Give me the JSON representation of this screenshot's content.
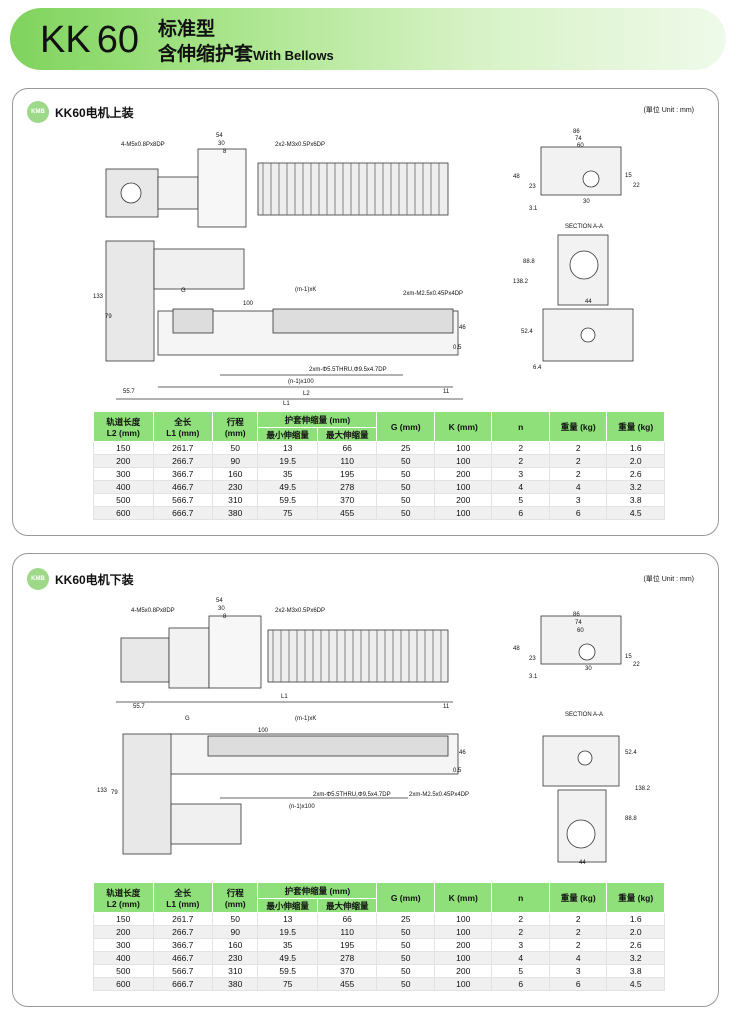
{
  "header": {
    "model_prefix": "KK",
    "model_number": "60",
    "title_line1": "标准型",
    "title_line2": "含伸缩护套",
    "title_en": "With Bellows"
  },
  "sections": [
    {
      "badge": "KMB",
      "title": "KK60电机上装",
      "unit": "(單位 Unit : mm)",
      "dims": [
        "54",
        "30",
        "8",
        "4-M5x0.8Px8DP",
        "2x2-M3x0.5Px6DP",
        "(m-1)xK",
        "G",
        "100",
        "2xm-M2.5x0.45Px4DP",
        "46",
        "0.5",
        "2xm-Φ5.5THRU,Φ9.5x4.7DP",
        "(n-1)x100",
        "55.7",
        "L2",
        "11",
        "L1",
        "133",
        "79",
        "86",
        "74",
        "60",
        "23",
        "48",
        "15",
        "22",
        "3.1",
        "30",
        "SECTION A-A",
        "88.8",
        "138.2",
        "52.4",
        "44",
        "6.4"
      ]
    },
    {
      "badge": "KMB",
      "title": "KK60电机下装",
      "unit": "(單位 Unit : mm)",
      "dims": [
        "54",
        "30",
        "8",
        "4-M5x0.8Px8DP",
        "2x2-M3x0.5Px6DP",
        "L1",
        "55.7",
        "11",
        "(m-1)xK",
        "G",
        "100",
        "46",
        "0.5",
        "2xm-Φ5.5THRU,Φ9.5x4.7DP",
        "2xm-M2.5x0.45Px4DP",
        "(n-1)x100",
        "133",
        "79",
        "86",
        "74",
        "60",
        "23",
        "48",
        "15",
        "22",
        "3.1",
        "30",
        "SECTION A-A",
        "52.4",
        "138.2",
        "88.8",
        "44"
      ]
    }
  ],
  "table": {
    "headers": {
      "rail_length": "轨道长度\nL2 (mm)",
      "total_length": "全长\nL1 (mm)",
      "stroke": "行程\n(mm)",
      "bellows": "护套伸缩量 (mm)",
      "bellows_min": "最小伸缩量",
      "bellows_max": "最大伸缩量",
      "g": "G (mm)",
      "k": "K (mm)",
      "n": "n",
      "weight1": "重量 (kg)",
      "weight2": "重量 (kg)"
    },
    "rows": [
      [
        "150",
        "261.7",
        "50",
        "13",
        "66",
        "25",
        "100",
        "2",
        "2",
        "1.6"
      ],
      [
        "200",
        "266.7",
        "90",
        "19.5",
        "110",
        "50",
        "100",
        "2",
        "2",
        "2.0"
      ],
      [
        "300",
        "366.7",
        "160",
        "35",
        "195",
        "50",
        "200",
        "3",
        "2",
        "2.6"
      ],
      [
        "400",
        "466.7",
        "230",
        "49.5",
        "278",
        "50",
        "100",
        "4",
        "4",
        "3.2"
      ],
      [
        "500",
        "566.7",
        "310",
        "59.5",
        "370",
        "50",
        "200",
        "5",
        "3",
        "3.8"
      ],
      [
        "600",
        "666.7",
        "380",
        "75",
        "455",
        "50",
        "100",
        "6",
        "6",
        "4.5"
      ]
    ]
  }
}
